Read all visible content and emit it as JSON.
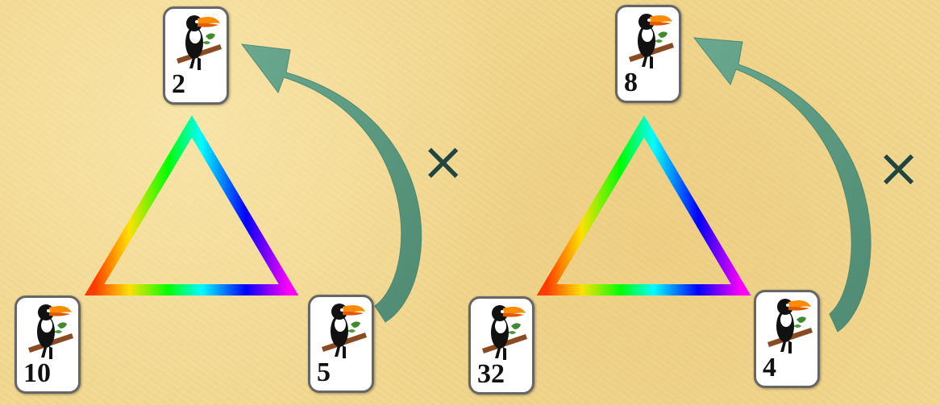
{
  "diagrams": [
    {
      "top_card": {
        "value": "2",
        "icon": "toucan-icon"
      },
      "bottom_left_card": {
        "value": "10",
        "icon": "toucan-icon"
      },
      "bottom_right_card": {
        "value": "5",
        "icon": "toucan-icon"
      },
      "operator": "×"
    },
    {
      "top_card": {
        "value": "8",
        "icon": "toucan-icon"
      },
      "bottom_left_card": {
        "value": "32",
        "icon": "toucan-icon"
      },
      "bottom_right_card": {
        "value": "4",
        "icon": "toucan-icon"
      },
      "operator": "×"
    }
  ],
  "colors": {
    "arrow": "#5d9c82",
    "card_border": "#666666",
    "background": "#f1d78f",
    "triangle_gradient": [
      "#ff3b00",
      "#ffe000",
      "#00ff00",
      "#00ffff",
      "#0000ff",
      "#ff00ff"
    ]
  }
}
